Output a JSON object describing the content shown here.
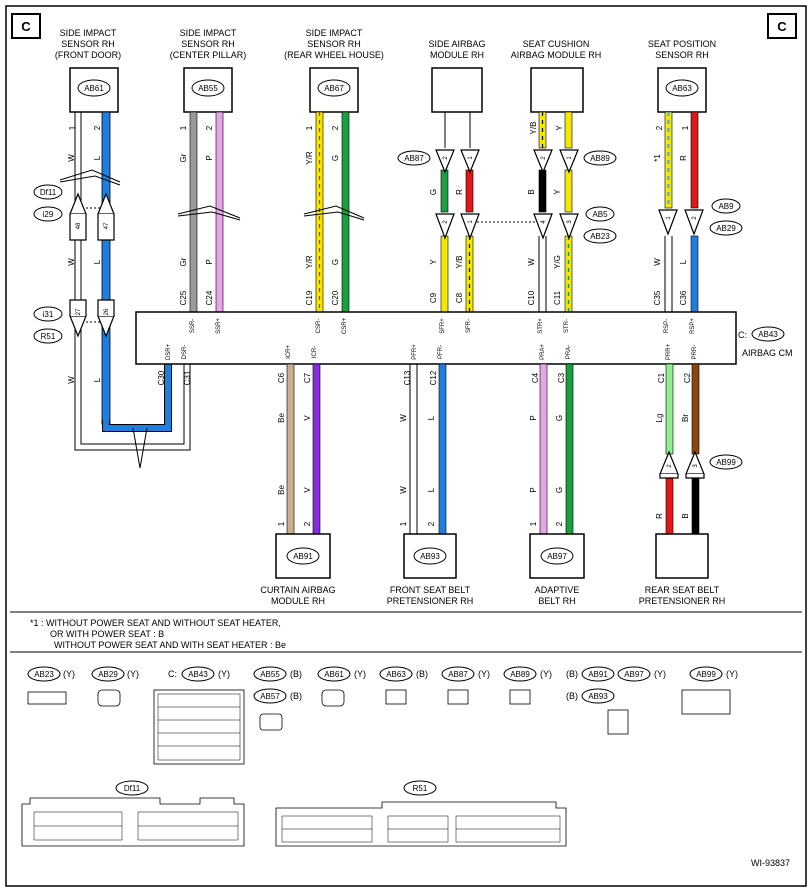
{
  "page_marker": "C",
  "components": {
    "sis_front": {
      "title": [
        "SIDE IMPACT",
        "SENSOR RH",
        "(FRONT DOOR)"
      ],
      "id": "AB61"
    },
    "sis_center": {
      "title": [
        "SIDE IMPACT",
        "SENSOR RH",
        "(CENTER PILLAR)"
      ],
      "id": "AB55"
    },
    "sis_rear": {
      "title": [
        "SIDE IMPACT",
        "SENSOR RH",
        "(REAR WHEEL HOUSE)"
      ],
      "id": "AB67"
    },
    "side_airbag": {
      "title": [
        "SIDE AIRBAG",
        "MODULE RH"
      ]
    },
    "seat_cushion": {
      "title": [
        "SEAT CUSHION",
        "AIRBAG MODULE RH"
      ]
    },
    "seat_position": {
      "title": [
        "SEAT POSITION",
        "SENSOR RH"
      ],
      "id": "AB63"
    },
    "curtain": {
      "title": [
        "CURTAIN AIRBAG",
        "MODULE RH"
      ],
      "id": "AB91"
    },
    "front_belt": {
      "title": [
        "FRONT SEAT BELT",
        "PRETENSIONER RH"
      ],
      "id": "AB93"
    },
    "adaptive_belt": {
      "title": [
        "ADAPTIVE",
        "BELT RH"
      ],
      "id": "AB97"
    },
    "rear_belt": {
      "title": [
        "REAR SEAT BELT",
        "PRETENSIONER RH"
      ]
    }
  },
  "airbag_cm": {
    "conn_prefix": "C:",
    "conn_id": "AB43",
    "label": "AIRBAG CM"
  },
  "connectors_inline": {
    "df11": "Df11",
    "i29": "i29",
    "i31": "i31",
    "r51": "R51",
    "ab87": "AB87",
    "ab89": "AB89",
    "ab5": "AB5",
    "ab23": "AB23",
    "ab9": "AB9",
    "ab29": "AB29",
    "ab99": "AB99"
  },
  "wires_top": [
    {
      "pin": "1",
      "color": "W",
      "cm_pin": "C30",
      "cm_sig": "DSR+"
    },
    {
      "pin": "2",
      "color": "L",
      "cm_pin": "C31",
      "cm_sig": "DSR-"
    },
    {
      "pin": "1",
      "color": "Gr",
      "cm_pin": "C25",
      "cm_sig": "SSR-"
    },
    {
      "pin": "2",
      "color": "P",
      "cm_pin": "C24",
      "cm_sig": "SSR+"
    },
    {
      "pin": "1",
      "color": "Y/R",
      "cm_pin": "C19",
      "cm_sig": "CSR-"
    },
    {
      "pin": "2",
      "color": "G",
      "cm_pin": "C20",
      "cm_sig": "CSR+"
    },
    {
      "pin": "2",
      "color": "Y",
      "upper_color": "G",
      "cm_pin": "C9",
      "cm_sig": "SFR+"
    },
    {
      "pin": "1",
      "color": "Y/B",
      "upper_color": "R",
      "cm_pin": "C8",
      "cm_sig": "SFR-"
    },
    {
      "pin": "4",
      "color": "W",
      "upper_color": "B",
      "upper_term": "Y/B",
      "cm_pin": "C10",
      "cm_sig": "STR+"
    },
    {
      "pin": "3",
      "color": "Y/G",
      "upper_color": "Y",
      "upper_term": "Y",
      "cm_pin": "C11",
      "cm_sig": "STR-"
    },
    {
      "pin": "1",
      "color": "W",
      "upper_color": "*1",
      "upper_term": "2",
      "cm_pin": "C35",
      "cm_sig": "RSP-"
    },
    {
      "pin": "2",
      "color": "L",
      "upper_color": "R",
      "upper_term": "1",
      "cm_pin": "C36",
      "cm_sig": "RSP+"
    }
  ],
  "junction_pins": {
    "df11_a": "48",
    "df11_b": "47",
    "r51_a": "27",
    "r51_b": "26",
    "ab87_a": "2",
    "ab87_b": "1",
    "ab89_a": "2",
    "ab89_b": "1"
  },
  "wires_bottom": [
    {
      "cm_pin": "C6",
      "cm_sig": "ICR+",
      "color": "Be",
      "pin": "1"
    },
    {
      "cm_pin": "C7",
      "cm_sig": "ICR-",
      "color": "V",
      "pin": "2"
    },
    {
      "cm_pin": "C13",
      "cm_sig": "PFR+",
      "color": "W",
      "pin": "1"
    },
    {
      "cm_pin": "C12",
      "cm_sig": "PFR-",
      "color": "L",
      "pin": "2"
    },
    {
      "cm_pin": "C4",
      "cm_sig": "PRA+",
      "color": "P",
      "pin": "1"
    },
    {
      "cm_pin": "C3",
      "cm_sig": "PRA-",
      "color": "G",
      "pin": "2"
    },
    {
      "cm_pin": "C1",
      "cm_sig": "PRR+",
      "color": "Lg",
      "lower_color": "R",
      "ab99_pin": "2"
    },
    {
      "cm_pin": "C2",
      "cm_sig": "PRR-",
      "color": "Br",
      "lower_color": "B",
      "ab99_pin": "3"
    }
  ],
  "footnote": [
    "*1  : WITHOUT POWER SEAT AND WITHOUT SEAT HEATER,",
    "OR WITH POWER SEAT : B",
    "WITHOUT POWER SEAT AND WITH SEAT HEATER : Be"
  ],
  "legend": [
    {
      "id": "AB23",
      "color": "(Y)"
    },
    {
      "id": "AB29",
      "color": "(Y)"
    },
    {
      "id": "AB43",
      "prefix": "C:",
      "color": "(Y)"
    },
    {
      "id": "AB55",
      "color": "(B)"
    },
    {
      "id": "AB57",
      "color": "(B)"
    },
    {
      "id": "AB61",
      "color": "(Y)"
    },
    {
      "id": "AB63",
      "color": "(B)"
    },
    {
      "id": "AB87",
      "color": "(Y)"
    },
    {
      "id": "AB89",
      "color": "(Y)"
    },
    {
      "id": "AB91",
      "color": "(B)"
    },
    {
      "id": "AB97",
      "color": "(Y)"
    },
    {
      "id": "AB93",
      "color": "(B)"
    },
    {
      "id": "AB99",
      "color": "(Y)"
    },
    {
      "id": "Df11"
    },
    {
      "id": "R51"
    }
  ],
  "figure_id": "WI-93837",
  "colors": {
    "W": "#ffffff",
    "L": "#1f7fe0",
    "Gr": "#9a9a9a",
    "P": "#e6a6e6",
    "Y": "#f5e800",
    "G": "#1aa040",
    "R": "#e01818",
    "B": "#000000",
    "Be": "#c9b08a",
    "V": "#8a2be2",
    "Lg": "#90ee90",
    "Br": "#8b4513"
  }
}
